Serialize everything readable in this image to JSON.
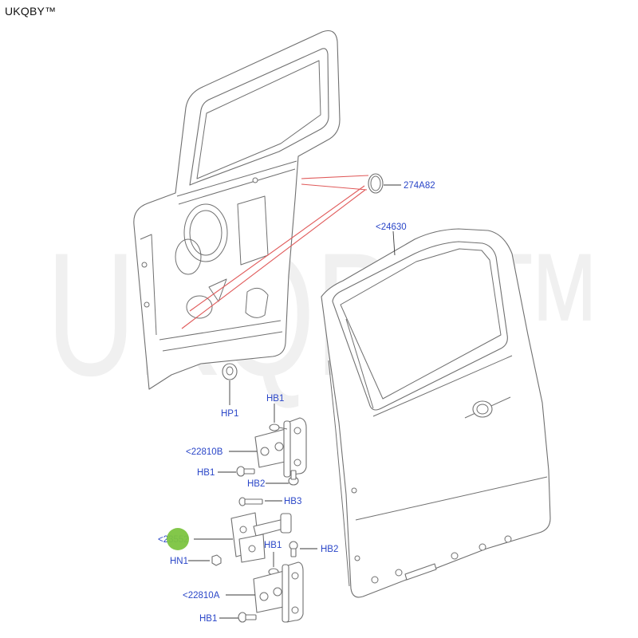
{
  "brand": {
    "text": "UKQBY™"
  },
  "watermark": {
    "text": "UKQBY™"
  },
  "labels": {
    "grommet": "274A82",
    "door_shell": "<24630",
    "plug": "HP1",
    "bolt_hb1_top": "HB1",
    "hinge_upper": "<22810B",
    "bolt_hb1_upper_hinge": "HB1",
    "bolt_hb2_upper": "HB2",
    "bolt_hb3": "HB3",
    "check_strap": "<23552",
    "nut_hn1": "HN1",
    "bolt_hb1_lower": "HB1",
    "bolt_hb2_lower": "HB2",
    "hinge_lower": "<22810A",
    "bolt_hb1_lower_hinge": "HB1"
  },
  "colors": {
    "label": "#2a46c8",
    "leader": "#3a3a3a",
    "red": "#e05a5a",
    "highlight": "#7cc440",
    "art": "#707070",
    "watermark": "#f0f0f0"
  }
}
